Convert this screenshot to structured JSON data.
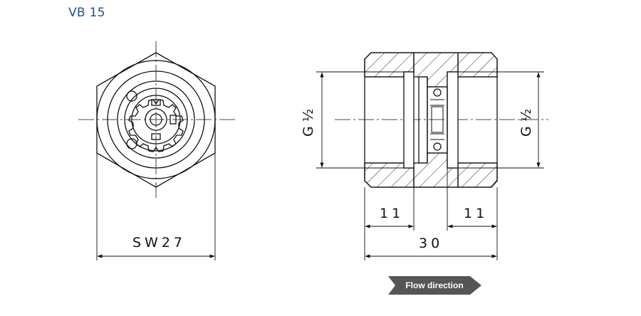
{
  "title": "VB 15",
  "dimensions": {
    "wrench_size": "SW27",
    "thread_left": "G ½",
    "thread_right": "G ½",
    "depth_left": "11",
    "depth_right": "11",
    "overall_length": "30"
  },
  "flow_label": "Flow direction",
  "colors": {
    "title": "#1f4e9c",
    "line": "#111111",
    "flow_arrow": "#555555"
  }
}
